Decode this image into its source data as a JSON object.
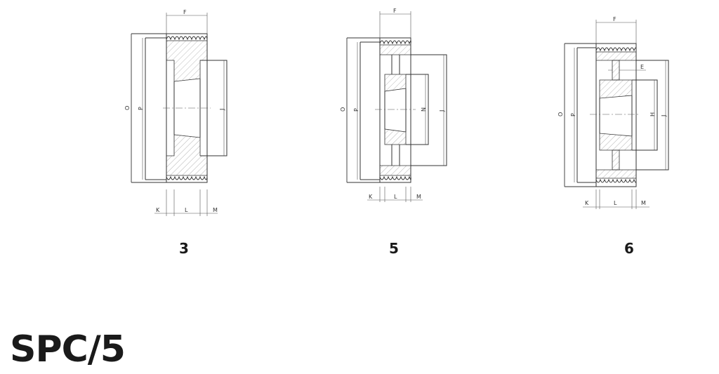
{
  "title": "SPC/5",
  "views": [
    {
      "caption": "3",
      "labels": {
        "F": "F",
        "O": "O",
        "P": "P",
        "J": "J",
        "K": "K",
        "L": "L",
        "M": "M"
      }
    },
    {
      "caption": "5",
      "labels": {
        "F": "F",
        "O": "O",
        "P": "P",
        "N": "N",
        "J": "J",
        "K": "K",
        "L": "L",
        "M": "M"
      }
    },
    {
      "caption": "6",
      "labels": {
        "F": "F",
        "E": "E",
        "O": "O",
        "P": "P",
        "H": "H",
        "J": "J",
        "K": "K",
        "L": "L",
        "M": "M"
      }
    }
  ]
}
